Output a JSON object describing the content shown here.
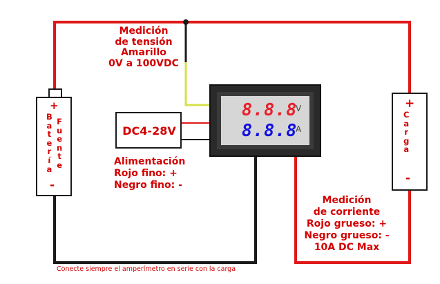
{
  "voltage_measurement": {
    "lines": [
      "Medición",
      "de tensión",
      "Amarillo",
      "0V a 100VDC"
    ]
  },
  "current_measurement": {
    "lines": [
      "Medición",
      "de corriente",
      "Rojo grueso: +",
      "Negro grueso: -",
      "10A DC Max"
    ]
  },
  "power_supply": {
    "box_label": "DC4-28V",
    "lines": [
      "Alimentación",
      "Rojo fino: +",
      "Negro fino: -"
    ]
  },
  "battery": {
    "word1": "Batería",
    "word2": "Fuente",
    "plus": "+",
    "minus": "-"
  },
  "load": {
    "word": "Carga",
    "plus": "+",
    "minus": "-"
  },
  "meter": {
    "voltage_digits": "8.8.8",
    "current_digits": "8.8.8",
    "voltage_unit": "V",
    "current_unit": "A"
  },
  "footer_note": "Conecte siempre el amperímetro en serie con la carga",
  "colors": {
    "red_wire": "#e01818",
    "black_wire": "#1a1a1a",
    "yellow_wire": "#d6e04a",
    "text": "#d40000",
    "voltage_display": "#e8202a",
    "current_display": "#1010e0"
  }
}
